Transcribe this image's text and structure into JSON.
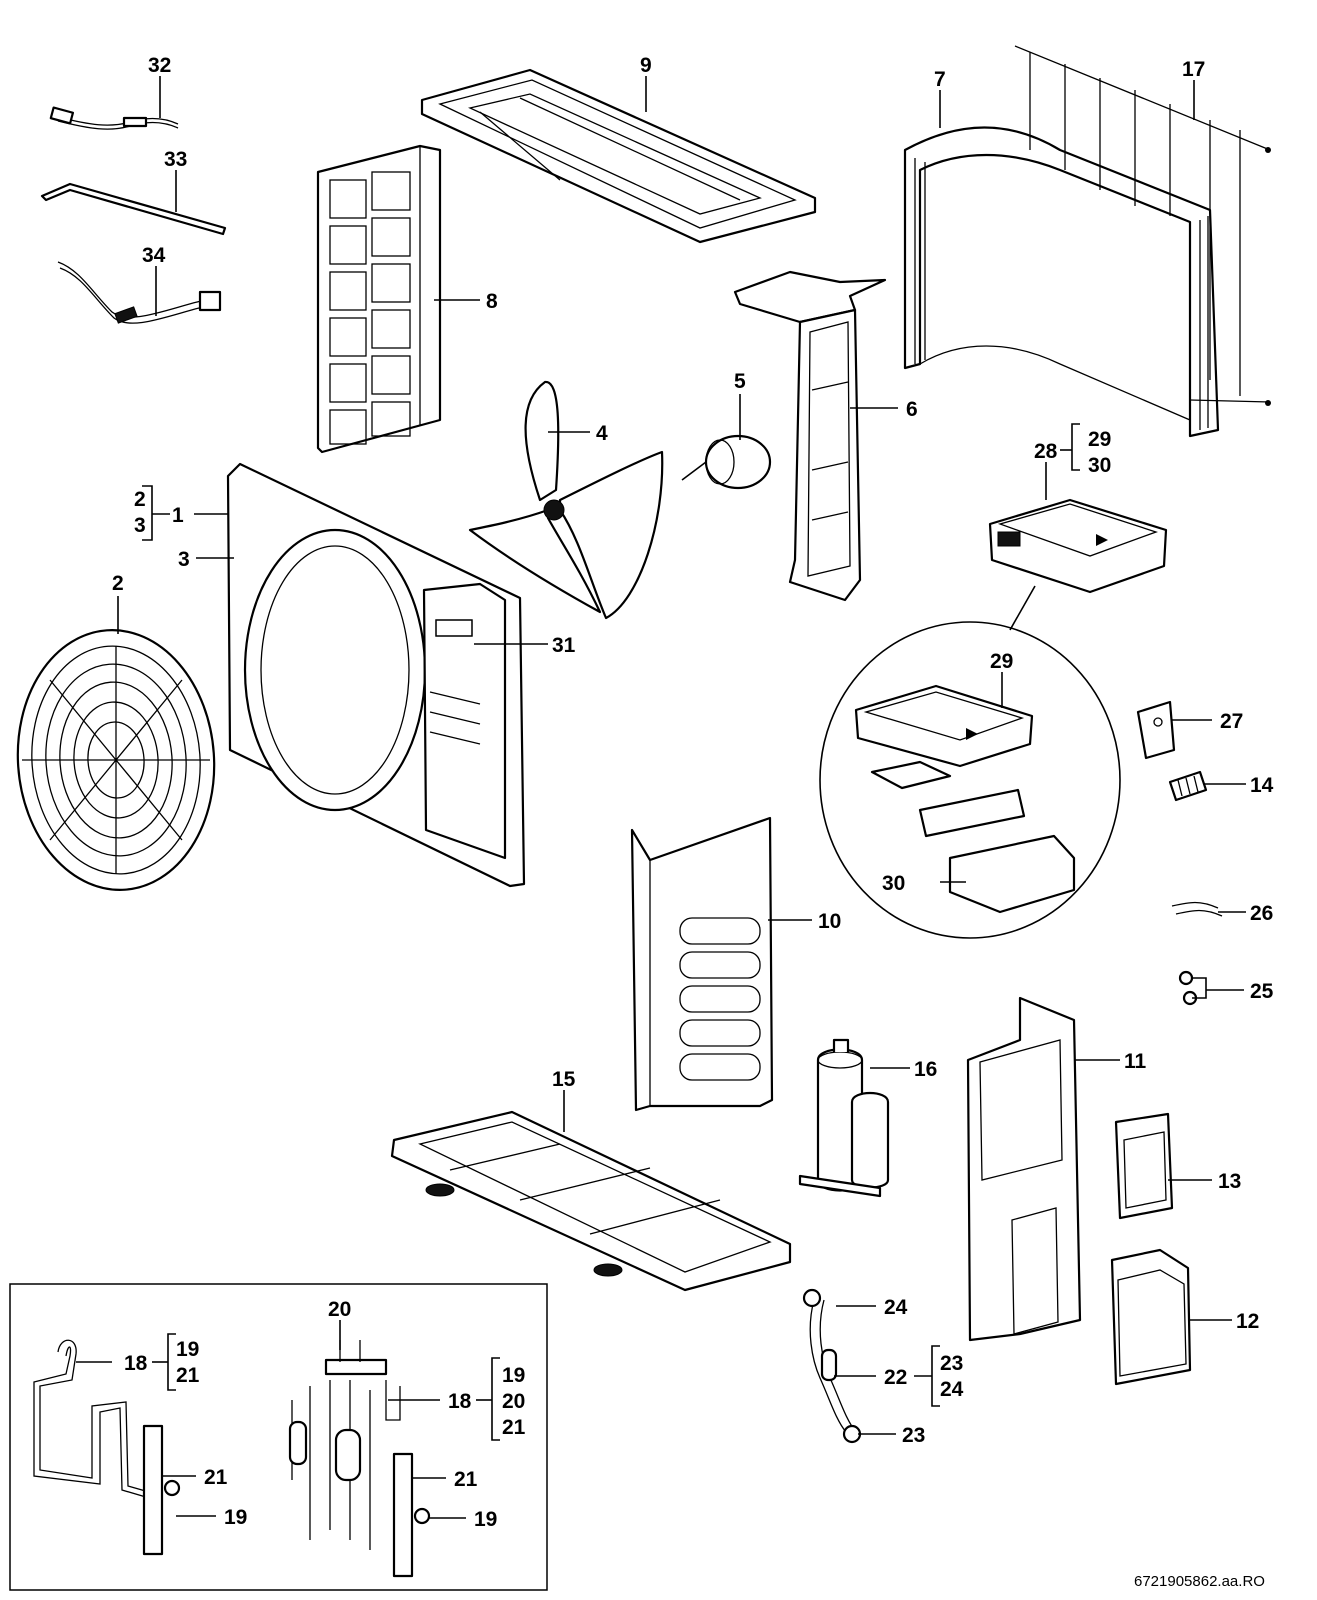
{
  "document_number": "6721905862.aa.RO",
  "labels": {
    "l1": "1",
    "l2": "2",
    "l3": "3",
    "l4": "4",
    "l5": "5",
    "l6": "6",
    "l7": "7",
    "l8": "8",
    "l9": "9",
    "l10": "10",
    "l11": "11",
    "l12": "12",
    "l13": "13",
    "l14": "14",
    "l15": "15",
    "l16": "16",
    "l17": "17",
    "l18a": "18",
    "l18b": "18",
    "l19a": "19",
    "l19b": "19",
    "l20": "20",
    "l21a": "21",
    "l21b": "21",
    "l22": "22",
    "l23": "23",
    "l24": "24",
    "l25": "25",
    "l26": "26",
    "l27": "27",
    "l28": "28",
    "l29": "29",
    "l30": "30",
    "l31": "31",
    "l32": "32",
    "l33": "33",
    "l34": "34"
  },
  "brackets": {
    "b1": [
      "2",
      "3"
    ],
    "b28": [
      "29",
      "30"
    ],
    "b18": [
      "19",
      "21"
    ],
    "b18b": [
      "19",
      "20",
      "21"
    ],
    "b22": [
      "23",
      "24"
    ]
  }
}
